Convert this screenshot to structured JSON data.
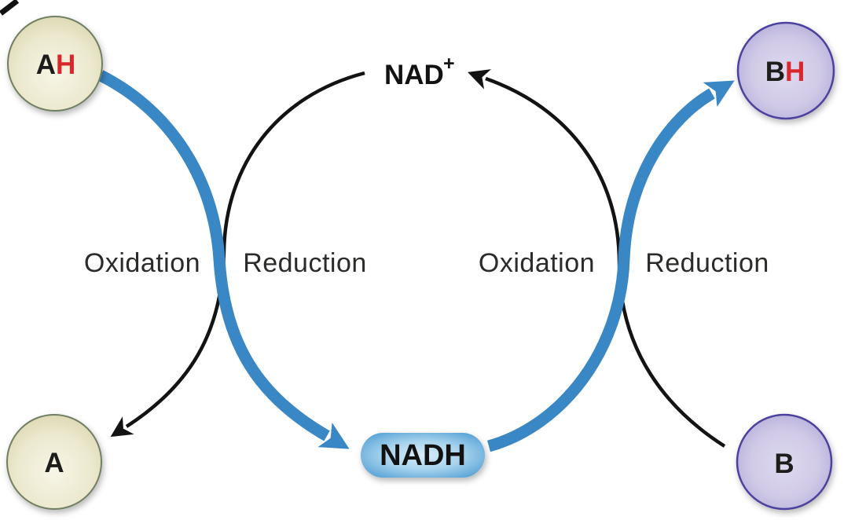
{
  "figure": {
    "description": "NAD+ / NADH electron-carrier redox cycle diagram",
    "molecules": {
      "top_left": {
        "base": "A",
        "hydrogen": "H"
      },
      "bottom_left": {
        "base": "A"
      },
      "top_right": {
        "base": "B",
        "hydrogen": "H"
      },
      "bottom_right": {
        "base": "B"
      }
    },
    "carriers": {
      "oxidized_base": "NAD",
      "oxidized_superscript": "+",
      "reduced": "NADH"
    },
    "process_labels": {
      "left_oxidation": "Oxidation",
      "left_reduction": "Reduction",
      "right_oxidation": "Oxidation",
      "right_reduction": "Reduction"
    },
    "colors": {
      "arrow_blue": "#3987c4",
      "arrow_black": "#131313",
      "substrate_a_fill_light": "#f6f4e4",
      "substrate_a_fill_edge": "#cfcb9e",
      "substrate_a_border": "#6f7f62",
      "substrate_b_fill_light": "#dcd7ee",
      "substrate_b_fill_edge": "#9f96cd",
      "substrate_b_border": "#4c42a0",
      "nadh_pill_center": "#d9ecf8",
      "nadh_pill_edge": "#3d86c4",
      "hydrogen_red": "#d8272d",
      "label_gray": "#2c2b2a"
    }
  }
}
